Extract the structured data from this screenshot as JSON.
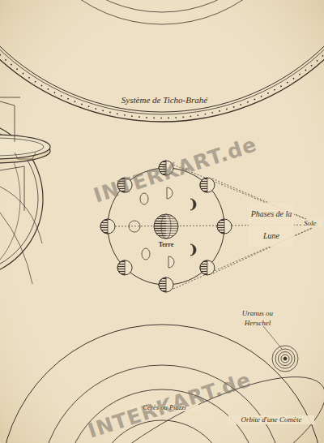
{
  "diagram": {
    "nodes": [
      {
        "text": [
          "Terre"
        ]
      }
    ],
    "labels": [
      "Système de Ticho-Brahé",
      "INTERKART.de",
      "Phases de la Lune",
      "Sole",
      "Uranus ou Herschel",
      "INTERKART.de",
      "Cérès ou Piazzi",
      "Orbite d'une Comète"
    ]
  }
}
